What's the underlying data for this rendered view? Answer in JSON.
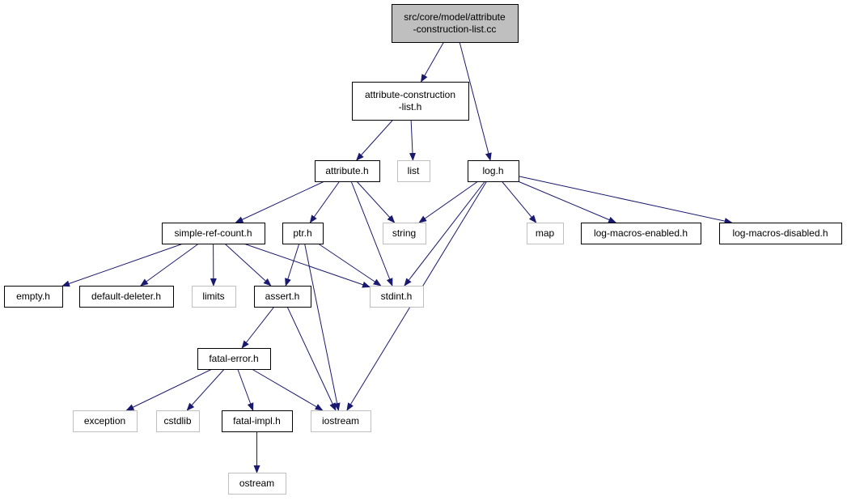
{
  "colors": {
    "edge": "#191970",
    "documented_border": "#000000",
    "external_border": "#bfbfbf",
    "root_fill": "#bfbfbf",
    "node_fill": "#ffffff"
  },
  "nodes": [
    {
      "id": "root",
      "lines": [
        "src/core/model/attribute",
        "-construction-list.cc"
      ],
      "kind": "root"
    },
    {
      "id": "acl",
      "lines": [
        "attribute-construction",
        "-list.h"
      ],
      "kind": "documented"
    },
    {
      "id": "attribute",
      "lines": [
        "attribute.h"
      ],
      "kind": "documented"
    },
    {
      "id": "list",
      "lines": [
        "list"
      ],
      "kind": "external"
    },
    {
      "id": "log",
      "lines": [
        "log.h"
      ],
      "kind": "documented"
    },
    {
      "id": "src",
      "lines": [
        "simple-ref-count.h"
      ],
      "kind": "documented"
    },
    {
      "id": "ptr",
      "lines": [
        "ptr.h"
      ],
      "kind": "documented"
    },
    {
      "id": "string",
      "lines": [
        "string"
      ],
      "kind": "external"
    },
    {
      "id": "map",
      "lines": [
        "map"
      ],
      "kind": "external"
    },
    {
      "id": "lme",
      "lines": [
        "log-macros-enabled.h"
      ],
      "kind": "documented"
    },
    {
      "id": "lmd",
      "lines": [
        "log-macros-disabled.h"
      ],
      "kind": "documented"
    },
    {
      "id": "empty",
      "lines": [
        "empty.h"
      ],
      "kind": "documented"
    },
    {
      "id": "dd",
      "lines": [
        "default-deleter.h"
      ],
      "kind": "documented"
    },
    {
      "id": "limits",
      "lines": [
        "limits"
      ],
      "kind": "external"
    },
    {
      "id": "assert",
      "lines": [
        "assert.h"
      ],
      "kind": "documented"
    },
    {
      "id": "stdint",
      "lines": [
        "stdint.h"
      ],
      "kind": "external"
    },
    {
      "id": "fatal",
      "lines": [
        "fatal-error.h"
      ],
      "kind": "documented"
    },
    {
      "id": "exception",
      "lines": [
        "exception"
      ],
      "kind": "external"
    },
    {
      "id": "cstdlib",
      "lines": [
        "cstdlib"
      ],
      "kind": "external"
    },
    {
      "id": "fimpl",
      "lines": [
        "fatal-impl.h"
      ],
      "kind": "documented"
    },
    {
      "id": "iostream",
      "lines": [
        "iostream"
      ],
      "kind": "external"
    },
    {
      "id": "ostream",
      "lines": [
        "ostream"
      ],
      "kind": "external"
    }
  ],
  "edges": [
    {
      "from": "root",
      "to": "acl"
    },
    {
      "from": "root",
      "to": "log"
    },
    {
      "from": "acl",
      "to": "attribute"
    },
    {
      "from": "acl",
      "to": "list"
    },
    {
      "from": "attribute",
      "to": "src"
    },
    {
      "from": "attribute",
      "to": "ptr"
    },
    {
      "from": "attribute",
      "to": "string"
    },
    {
      "from": "attribute",
      "to": "stdint"
    },
    {
      "from": "log",
      "to": "string"
    },
    {
      "from": "log",
      "to": "stdint"
    },
    {
      "from": "log",
      "to": "map"
    },
    {
      "from": "log",
      "to": "lme"
    },
    {
      "from": "log",
      "to": "lmd"
    },
    {
      "from": "log",
      "to": "iostream"
    },
    {
      "from": "src",
      "to": "empty"
    },
    {
      "from": "src",
      "to": "dd"
    },
    {
      "from": "src",
      "to": "limits"
    },
    {
      "from": "src",
      "to": "assert"
    },
    {
      "from": "src",
      "to": "stdint"
    },
    {
      "from": "ptr",
      "to": "assert"
    },
    {
      "from": "ptr",
      "to": "stdint"
    },
    {
      "from": "ptr",
      "to": "iostream"
    },
    {
      "from": "assert",
      "to": "fatal"
    },
    {
      "from": "assert",
      "to": "iostream"
    },
    {
      "from": "fatal",
      "to": "exception"
    },
    {
      "from": "fatal",
      "to": "cstdlib"
    },
    {
      "from": "fatal",
      "to": "fimpl"
    },
    {
      "from": "fatal",
      "to": "iostream"
    },
    {
      "from": "fimpl",
      "to": "ostream"
    }
  ]
}
